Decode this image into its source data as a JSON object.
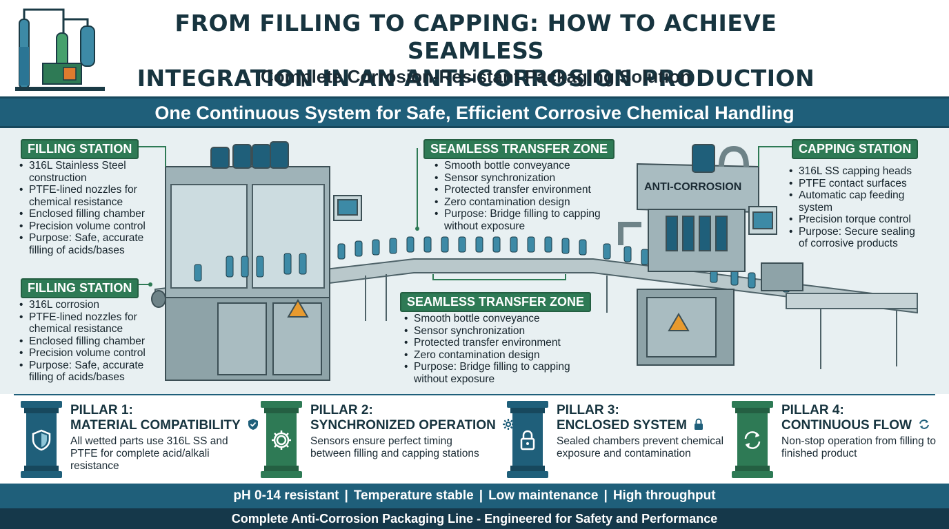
{
  "header": {
    "title_line1": "FROM FILLING TO CAPPING: HOW TO ACHIEVE SEAMLESS",
    "title_line2": "INTEGRATION IN AN ANTI-CORROSION PRODUCTION LINE?",
    "subtitle": "Complete Corrosion-Resistant Packaging Solution",
    "icon": "production-plant-icon"
  },
  "banner": {
    "text": "One Continuous System for Safe, Efficient Corrosive Chemical Handling"
  },
  "diagram": {
    "filler_label": "",
    "capper_sign": "ANTI-CORROSION",
    "callouts": [
      {
        "title": "FILLING STATION",
        "bullets": [
          "316L Stainless Steel construction",
          "PTFE-lined nozzles for chemical resistance",
          "Enclosed filling chamber",
          "Precision volume control",
          "Purpose: Safe, accurate filling of acids/bases"
        ]
      },
      {
        "title": "FILLING STATION",
        "bullets": [
          "316L corrosion",
          "PTFE-lined nozzles for chemical resistance",
          "Enclosed filling chamber",
          "Precision volume control",
          "Purpose: Safe, accurate filling of acids/bases"
        ]
      },
      {
        "title": "SEAMLESS TRANSFER ZONE",
        "bullets": [
          "Smooth bottle conveyance",
          "Sensor synchronization",
          "Protected transfer environment",
          "Zero contamination design",
          "Purpose: Bridge filling to capping without exposure"
        ]
      },
      {
        "title": "SEAMLESS TRANSFER ZONE",
        "bullets": [
          "Smooth bottle conveyance",
          "Sensor synchronization",
          "Protected transfer environment",
          "Zero contamination design",
          "Purpose: Bridge filling to capping without exposure"
        ]
      },
      {
        "title": "CAPPING STATION",
        "bullets": [
          "316L SS capping heads",
          "PTFE contact surfaces",
          "Automatic cap feeding system",
          "Precision torque control",
          "Purpose: Secure sealing of corrosive products"
        ]
      }
    ]
  },
  "pillars": [
    {
      "label": "PILLAR 1:",
      "name": "MATERIAL COMPATIBILITY",
      "desc": "All wetted parts use 316L SS and PTFE for complete acid/alkali resistance",
      "color": "#1f5f7a",
      "icon": "shield-icon"
    },
    {
      "label": "PILLAR 2:",
      "name": "SYNCHRONIZED OPERATION",
      "desc": "Sensors ensure perfect timing between filling and capping stations",
      "color": "#2e7a55",
      "icon": "gear-icon"
    },
    {
      "label": "PILLAR 3:",
      "name": "ENCLOSED SYSTEM",
      "desc": "Sealed chambers prevent chemical exposure and contamination",
      "color": "#1f5f7a",
      "icon": "lock-icon"
    },
    {
      "label": "PILLAR 4:",
      "name": "CONTINUOUS FLOW",
      "desc": "Non-stop operation from filling to finished product",
      "color": "#2e7a55",
      "icon": "cycle-arrows-icon"
    }
  ],
  "footer": {
    "features": [
      "pH 0-14 resistant",
      "Temperature stable",
      "Low maintenance",
      "High throughput"
    ],
    "separator": "|",
    "tagline": "Complete Anti-Corrosion Packaging Line - Engineered for Safety and Performance"
  },
  "colors": {
    "teal": "#1f5f7a",
    "green": "#2e7a55",
    "dark": "#15384a",
    "machine": "#9fb3b8"
  }
}
